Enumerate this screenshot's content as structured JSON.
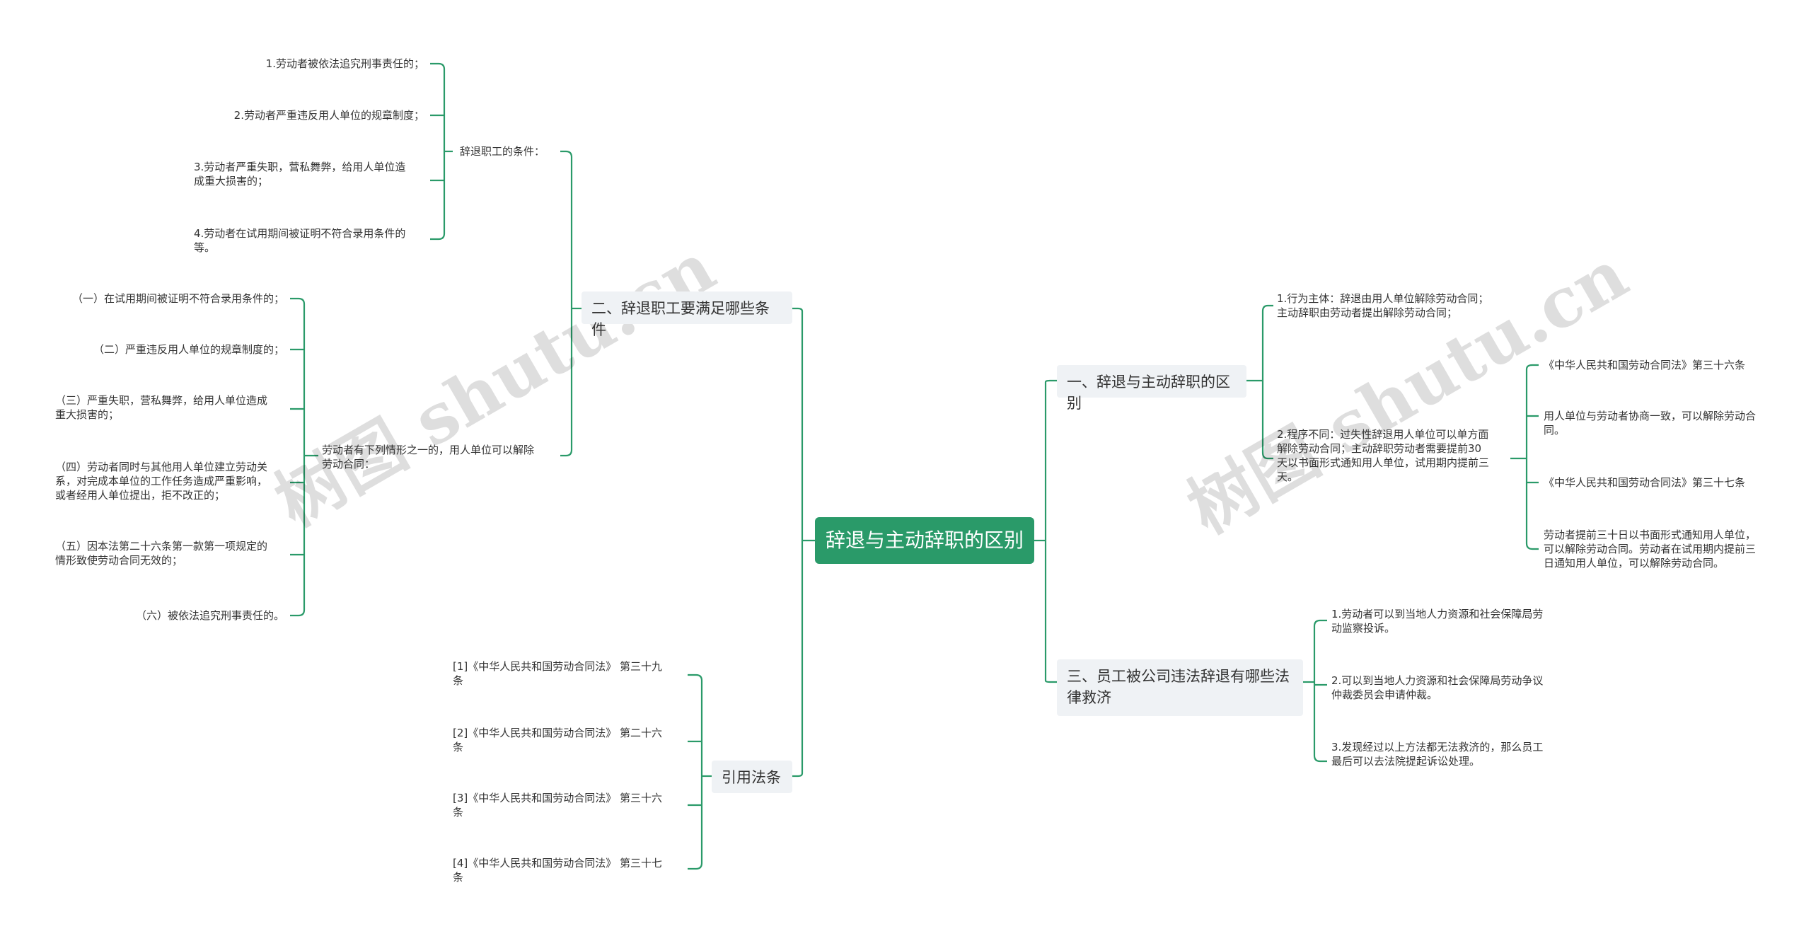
{
  "colors": {
    "accent": "#2a9a69",
    "topic_bg": "#eff2f5",
    "line": "#2a9a69"
  },
  "watermark": "树图 shutu.cn",
  "root": "辞退与主动辞职的区别",
  "topics": {
    "t1": "一、辞退与主动辞职的区别",
    "t2": "二、辞退职工要满足哪些条件",
    "t3": "三、员工被公司违法辞退有哪些法律救济",
    "t4": "引用法条"
  },
  "t1": {
    "subject": "1.行为主体：辞退由用人单位解除劳动合同；\n主动辞职由劳动者提出解除劳动合同；",
    "procedure": "2.程序不同：过失性辞退用人单位可以单方面\n解除劳动合同；主动辞职劳动者需要提前30\n天以书面形式通知用人单位，试用期内提前三\n天。",
    "laws": [
      "《中华人民共和国劳动合同法》第三十六条",
      "用人单位与劳动者协商一致，可以解除劳动合\n同。",
      "《中华人民共和国劳动合同法》第三十七条",
      "劳动者提前三十日以书面形式通知用人单位，\n可以解除劳动合同。劳动者在试用期内提前三\n日通知用人单位，可以解除劳动合同。"
    ]
  },
  "t2": {
    "conditions_label": "辞退职工的条件：",
    "conditions": [
      "1.劳动者被依法追究刑事责任的；",
      "2.劳动者严重违反用人单位的规章制度；",
      "3.劳动者严重失职，营私舞弊，给用人单位造\n成重大损害的；",
      "4.劳动者在试用期间被证明不符合录用条件的\n等。"
    ],
    "cases_label": "劳动者有下列情形之一的，用人单位可以解除\n劳动合同：",
    "cases": [
      "（一）在试用期间被证明不符合录用条件的；",
      "（二）严重违反用人单位的规章制度的；",
      "（三）严重失职，营私舞弊，给用人单位造成\n重大损害的；",
      "（四）劳动者同时与其他用人单位建立劳动关\n系，对完成本单位的工作任务造成严重影响，\n或者经用人单位提出，拒不改正的；",
      "（五）因本法第二十六条第一款第一项规定的\n情形致使劳动合同无效的；",
      "（六）被依法追究刑事责任的。"
    ]
  },
  "t3": {
    "items": [
      "1.劳动者可以到当地人力资源和社会保障局劳\n动监察投诉。",
      "2.可以到当地人力资源和社会保障局劳动争议\n仲裁委员会申请仲裁。",
      "3.发现经过以上方法都无法救济的，那么员工\n最后可以去法院提起诉讼处理。"
    ]
  },
  "t4": {
    "items": [
      "[1]《中华人民共和国劳动合同法》 第三十九\n条",
      "[2]《中华人民共和国劳动合同法》 第二十六\n条",
      "[3]《中华人民共和国劳动合同法》 第三十六\n条",
      "[4]《中华人民共和国劳动合同法》 第三十七\n条"
    ]
  }
}
